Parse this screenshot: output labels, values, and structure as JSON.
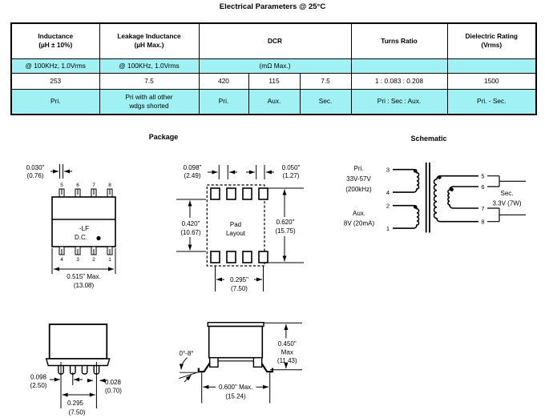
{
  "title": "Electrical Parameters @ 25°C",
  "colors": {
    "highlight": "#A0F1F4",
    "line": "#000000"
  },
  "table": {
    "header": {
      "inductance": "Inductance",
      "inductance_sub": "(µH ± 10%)",
      "leakage": "Leakage Inductance",
      "leakage_sub": "(µH Max.)",
      "dcr": "DCR",
      "turns": "Turns Ratio",
      "dielectric": "Dielectric Rating",
      "dielectric_sub": "(Vrms)"
    },
    "conditions": {
      "inductance": "@ 100KHz, 1.0Vrms",
      "leakage": "@ 100KHz, 1.0Vrms",
      "dcr": "(mΩ Max.)"
    },
    "values": {
      "inductance": "253",
      "leakage": "7.5",
      "dcr_pri": "420",
      "dcr_aux": "115",
      "dcr_sec": "7.5",
      "turns": "1 : 0.083 : 0.208",
      "dielectric": "1500"
    },
    "windings": {
      "inductance": "Pri.",
      "leakage": "Pri with all other wdgs shorted",
      "dcr_pri": "Pri.",
      "dcr_aux": "Aux.",
      "dcr_sec": "Sec.",
      "turns": "Pri : Sec : Aux.",
      "dielectric": "Pri. - Sec."
    }
  },
  "sections": {
    "package": "Package",
    "schematic": "Schematic"
  },
  "package_top": {
    "pin_width": "0.030\"",
    "pin_width_mm": "(0.76)",
    "pins_top": [
      "5",
      "6",
      "7",
      "8"
    ],
    "pins_bottom": [
      "4",
      "3",
      "2",
      "1"
    ],
    "marking1": "-LF",
    "marking2": "D.C.",
    "body_width": "0.515\" Max.",
    "body_width_mm": "(13.08)"
  },
  "pad_layout": {
    "pitch": "0.098\"",
    "pitch_mm": "(2.49)",
    "pad_width": "0.050\"",
    "pad_width_mm": "(1.27)",
    "inner_span": "0.420\"",
    "inner_span_mm": "(10.67)",
    "outer_span": "0.620\"",
    "outer_span_mm": "(15.75)",
    "row_span": "0.295\"",
    "row_span_mm": "(7.50)",
    "label1": "Pad",
    "label2": "Layout"
  },
  "schematic": {
    "pri1": "Pri.",
    "pri2": "33V-57V",
    "pri3": "(200kHz)",
    "aux1": "Aux.",
    "aux2": "8V (20mA)",
    "sec1": "Sec.",
    "sec2": "3.3V (7W)",
    "pin3": "3",
    "pin4": "4",
    "pin2": "2",
    "pin1": "1",
    "pin5": "5",
    "pin6": "6",
    "pin7": "7",
    "pin8": "8"
  },
  "front_view": {
    "pitch": "0.098",
    "pitch_mm": "(2.50)",
    "lead_width": "0.028",
    "lead_width_mm": "(0.70)",
    "span": "0.295",
    "span_mm": "(7.50)"
  },
  "side_view": {
    "angle": "0°-8°",
    "height1": "0.450\"",
    "height2": "Max",
    "height3": "(11.43)",
    "width1": "0.600\" Max.",
    "width2": "(15.24)"
  }
}
